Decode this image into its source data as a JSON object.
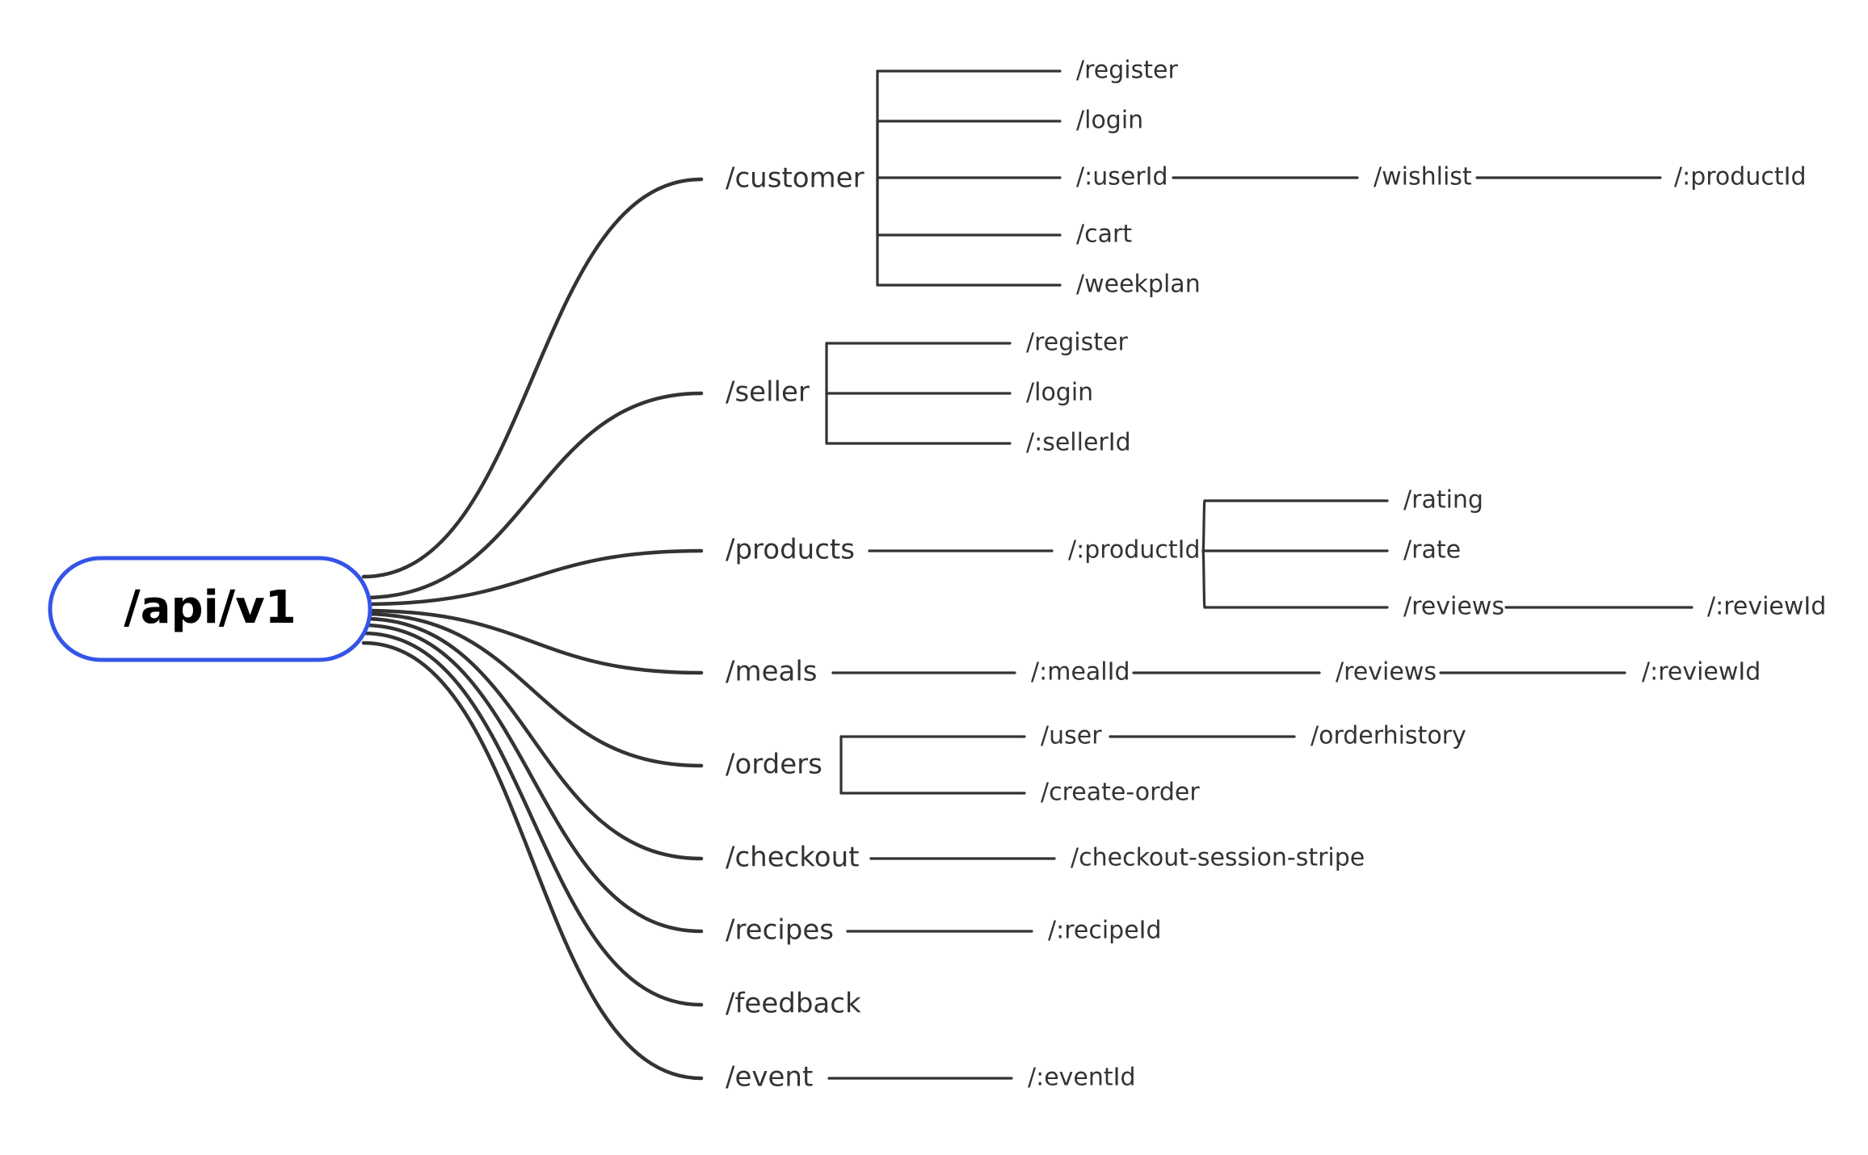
{
  "theme": {
    "line_color": "#333333",
    "text_color": "#333333",
    "root_border_color": "#3454e8",
    "root_text_color": "#000000",
    "background": "#ffffff"
  },
  "root": {
    "label": "/api/v1"
  },
  "branches": [
    {
      "label": "/customer",
      "children": [
        {
          "label": "/register"
        },
        {
          "label": "/login"
        },
        {
          "label": "/:userId",
          "children": [
            {
              "label": "/wishlist",
              "children": [
                {
                  "label": "/:productId"
                }
              ]
            }
          ]
        },
        {
          "label": "/cart"
        },
        {
          "label": "/weekplan"
        }
      ]
    },
    {
      "label": "/seller",
      "children": [
        {
          "label": "/register"
        },
        {
          "label": "/login"
        },
        {
          "label": "/:sellerId"
        }
      ]
    },
    {
      "label": "/products",
      "children": [
        {
          "label": "/:productId",
          "children": [
            {
              "label": "/rating"
            },
            {
              "label": "/rate"
            },
            {
              "label": "/reviews",
              "children": [
                {
                  "label": "/:reviewId"
                }
              ]
            }
          ]
        }
      ]
    },
    {
      "label": "/meals",
      "children": [
        {
          "label": "/:mealId",
          "children": [
            {
              "label": "/reviews",
              "children": [
                {
                  "label": "/:reviewId"
                }
              ]
            }
          ]
        }
      ]
    },
    {
      "label": "/orders",
      "children": [
        {
          "label": "/user",
          "children": [
            {
              "label": "/orderhistory"
            }
          ]
        },
        {
          "label": "/create-order"
        }
      ]
    },
    {
      "label": "/checkout",
      "children": [
        {
          "label": "/checkout-session-stripe"
        }
      ]
    },
    {
      "label": "/recipes",
      "children": [
        {
          "label": "/:recipeId"
        }
      ]
    },
    {
      "label": "/feedback",
      "children": []
    },
    {
      "label": "/event",
      "children": [
        {
          "label": "/:eventId"
        }
      ]
    }
  ]
}
